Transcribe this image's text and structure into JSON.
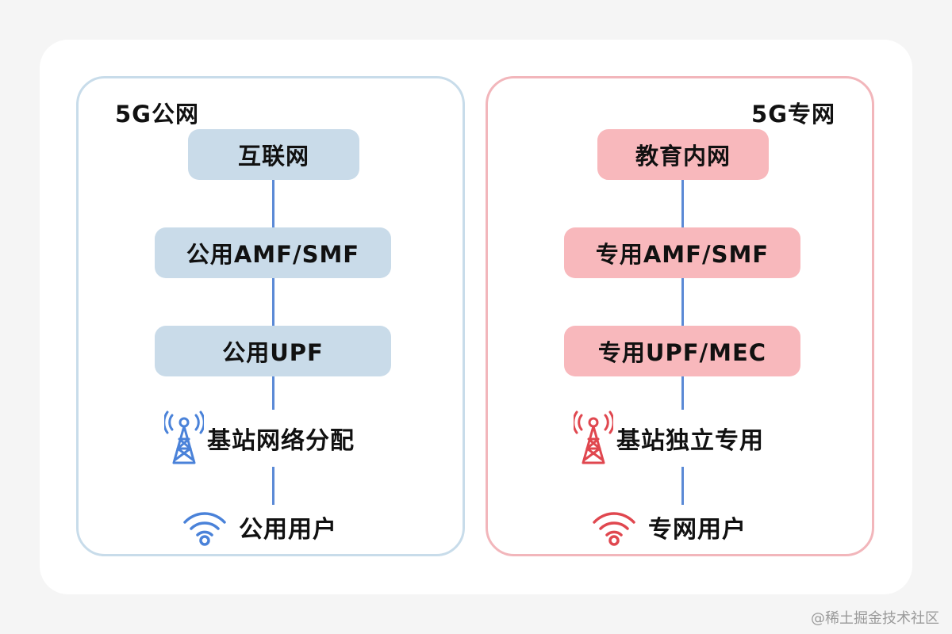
{
  "public": {
    "title": "5G公网",
    "color": "#c9dbe9",
    "accent": "#4a82d9",
    "nodes": {
      "top": "互联网",
      "mid": "公用AMF/SMF",
      "low": "公用UPF"
    },
    "station": {
      "icon": "cell-tower-icon",
      "label": "基站网络分配"
    },
    "user": {
      "icon": "wifi-signal-icon",
      "label": "公用用户"
    }
  },
  "private": {
    "title": "5G专网",
    "color": "#f8b8bc",
    "accent": "#e0474f",
    "nodes": {
      "top": "教育内网",
      "mid": "专用AMF/SMF",
      "low": "专用UPF/MEC"
    },
    "station": {
      "icon": "cell-tower-icon",
      "label": "基站独立专用"
    },
    "user": {
      "icon": "wifi-signal-icon",
      "label": "专网用户"
    }
  },
  "watermark": "@稀土掘金技术社区"
}
